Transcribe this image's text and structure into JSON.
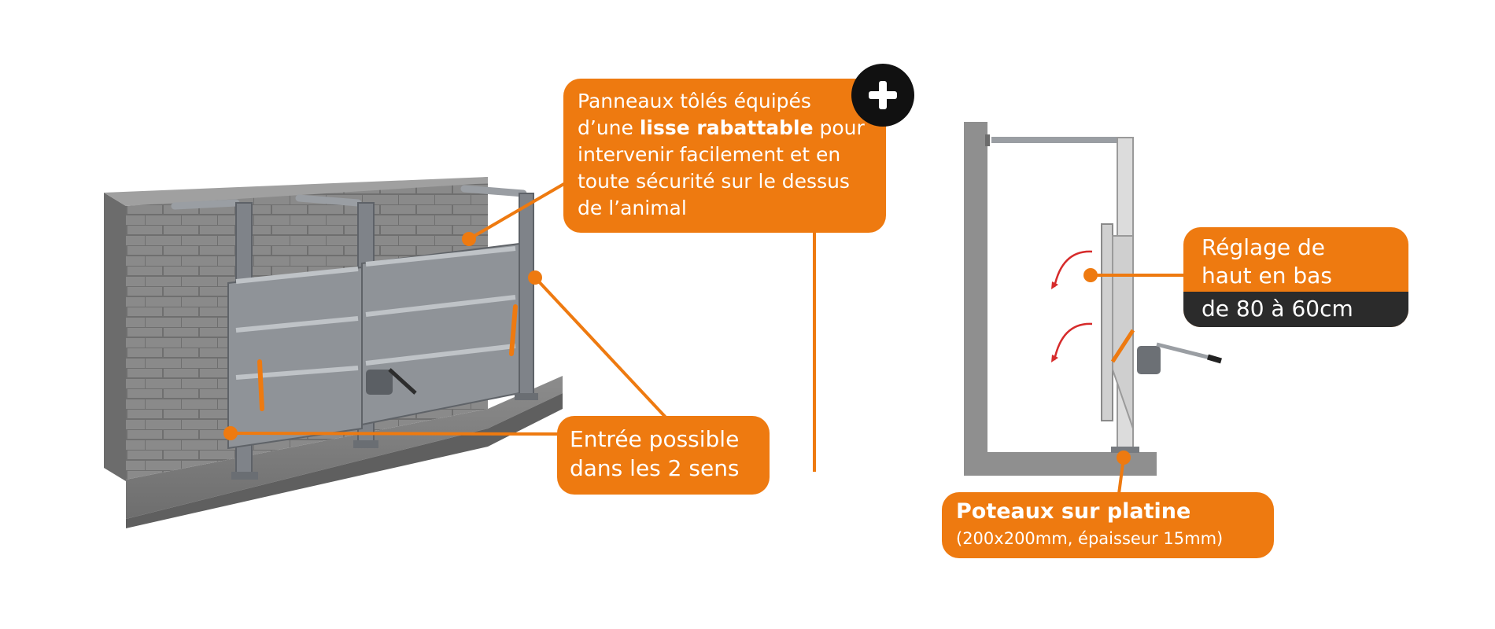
{
  "callouts": {
    "panels": {
      "pre": "Panneaux tôlés équipés d’une ",
      "bold": "lisse rabattable",
      "post": " pour intervenir facilement et en toute sécurité sur le dessus de l’animal"
    },
    "entry": {
      "line1": "Entrée possible",
      "line2": "dans les 2 sens"
    },
    "reglage": {
      "line1": "Réglage de",
      "line2": "haut en bas",
      "line3": "de 80 à 60cm"
    },
    "poteaux": {
      "title": "Poteaux sur platine",
      "subtitle": "(200x200mm, épaisseur 15mm)"
    }
  },
  "colors": {
    "accent": "#ee7a10",
    "dark": "#2b2b2b",
    "badge": "#111111",
    "arrow": "#d62b2b",
    "steel": "#8a8e93",
    "wall": "#8f8f8f"
  },
  "icons": {
    "badge": "plus-icon"
  }
}
